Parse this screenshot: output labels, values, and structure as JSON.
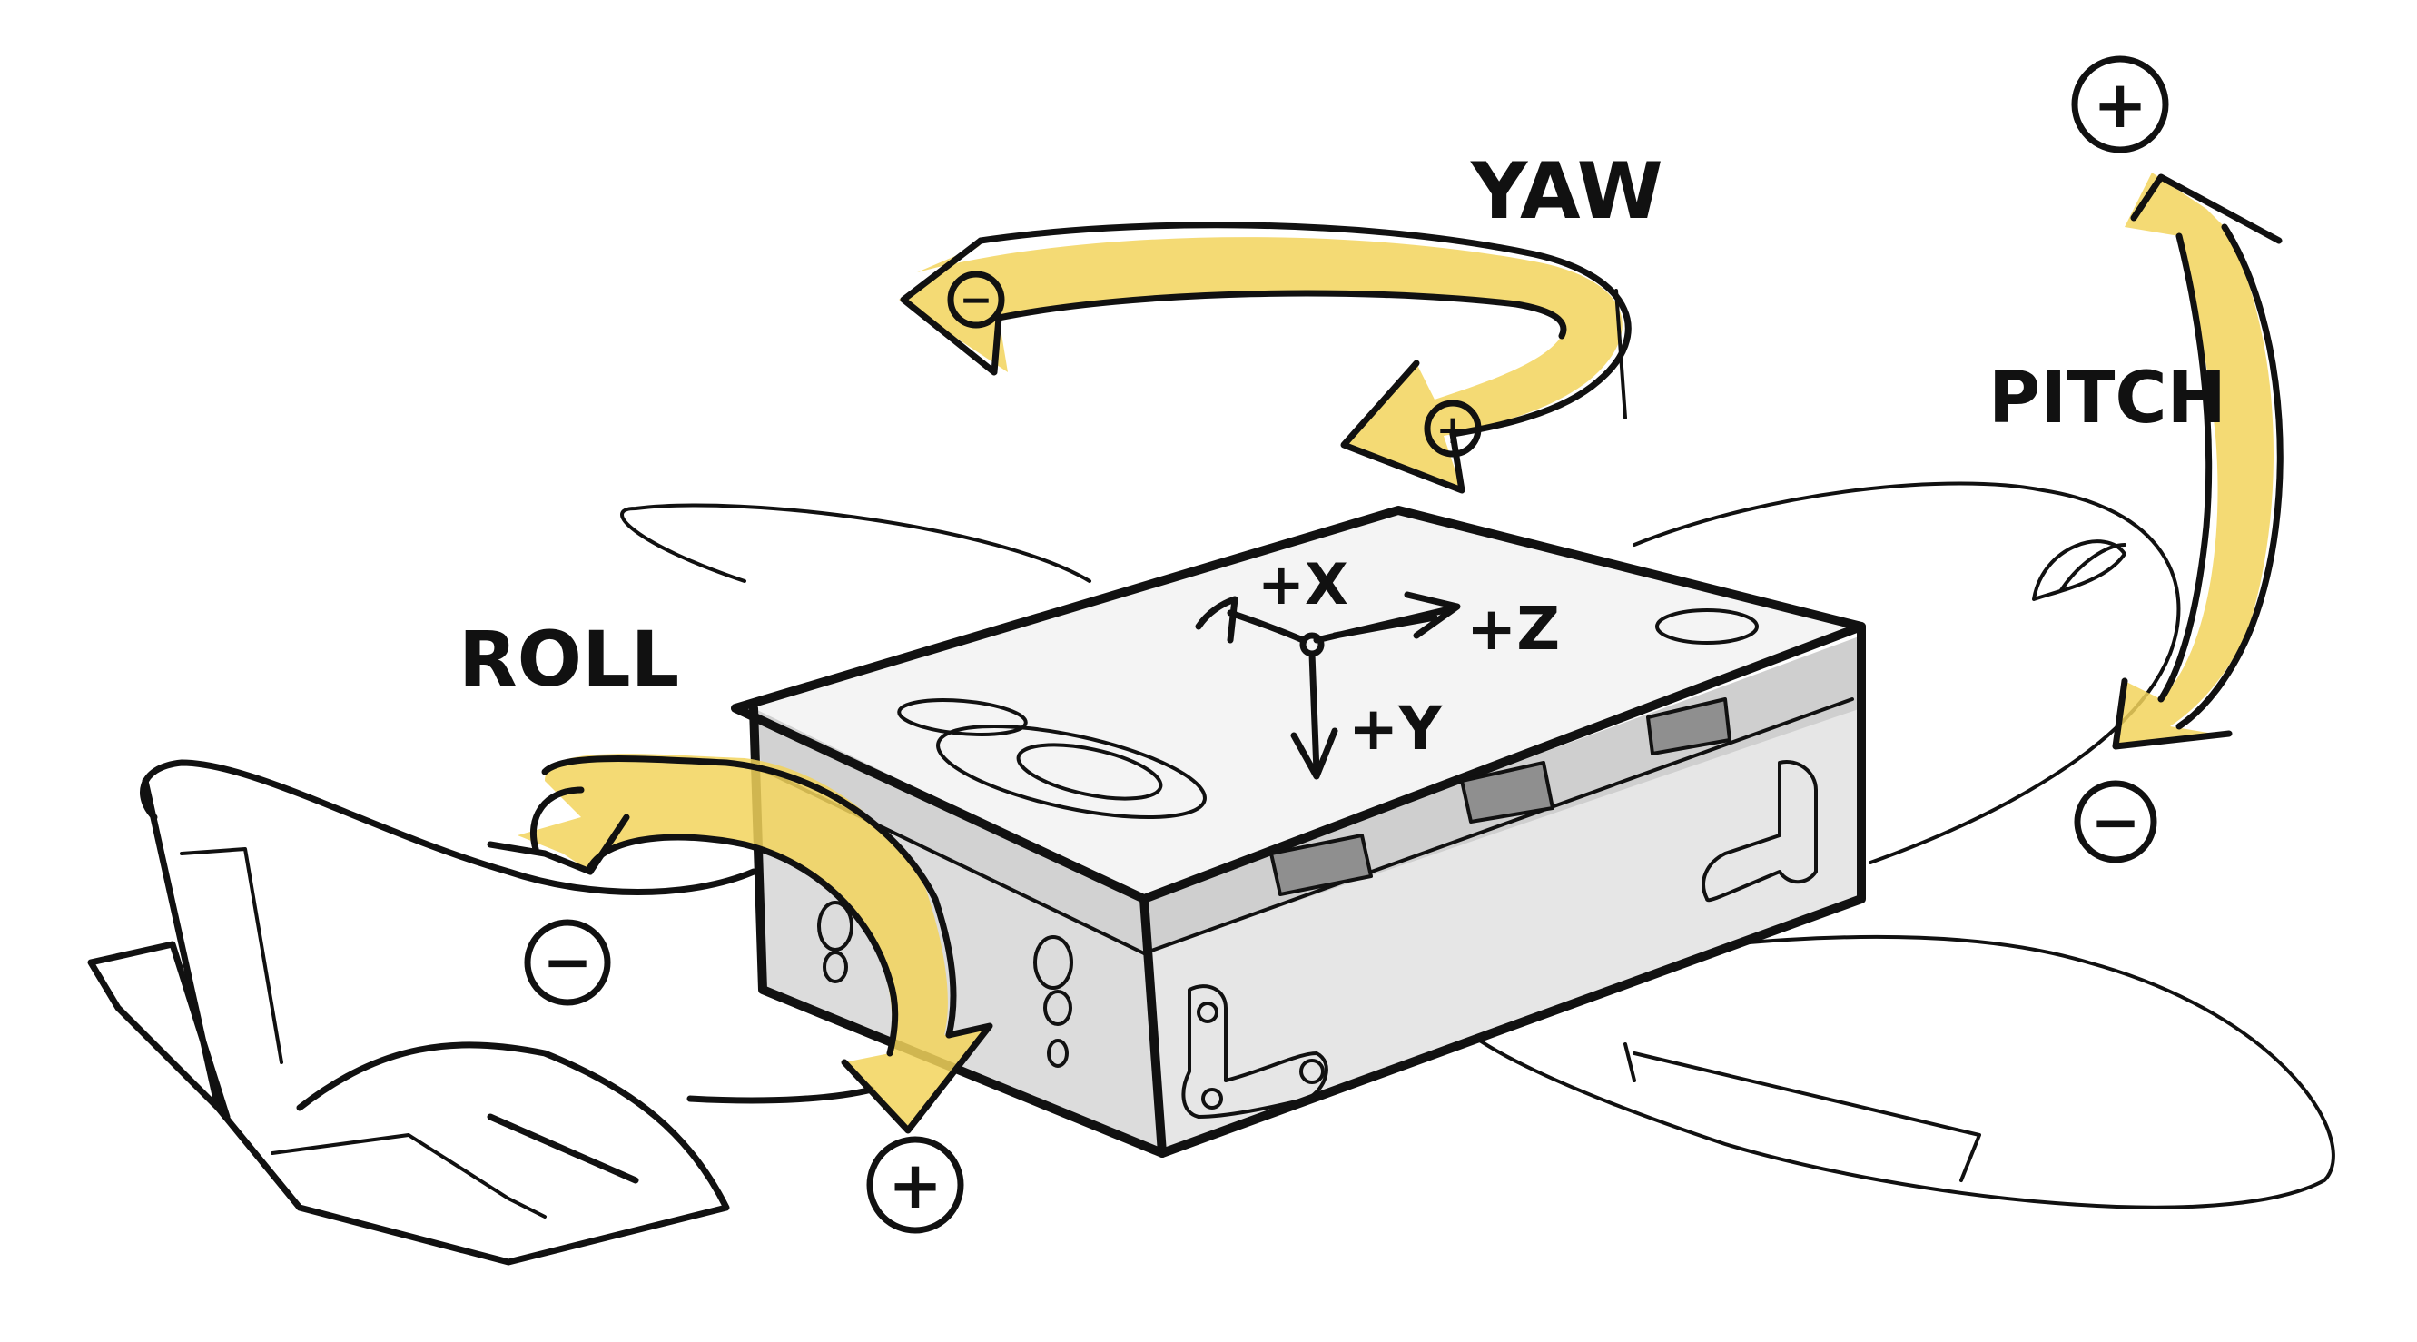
{
  "colors": {
    "ink": "#111111",
    "highlight": "#f2d45c",
    "shade": "#c9c9c9",
    "shade_dark": "#9a9a9a",
    "background": "#ffffff"
  },
  "labels": {
    "yaw": "YAW",
    "pitch": "PITCH",
    "roll": "ROLL",
    "axis_x": "+X",
    "axis_z": "+Z",
    "axis_y": "+Y"
  },
  "signs": {
    "yaw_negative": "−",
    "yaw_positive": "+",
    "pitch_positive": "+",
    "pitch_negative": "−",
    "roll_negative": "−",
    "roll_positive": "+"
  }
}
